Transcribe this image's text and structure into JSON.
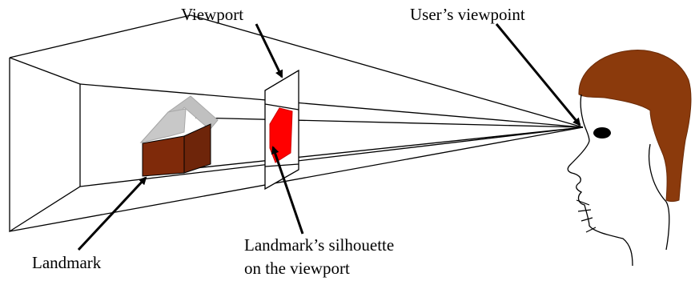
{
  "labels": {
    "viewport": "Viewport",
    "users_viewpoint": "User’s viewpoint",
    "landmark": "Landmark",
    "silhouette_line1": "Landmark’s silhouette",
    "silhouette_line2": "on the viewport"
  },
  "colors": {
    "house_wall": "#7f2a0a",
    "house_roof": "#c0c0c0",
    "silhouette": "#ff0000",
    "hair": "#8b3a0c",
    "lines": "#000000"
  }
}
